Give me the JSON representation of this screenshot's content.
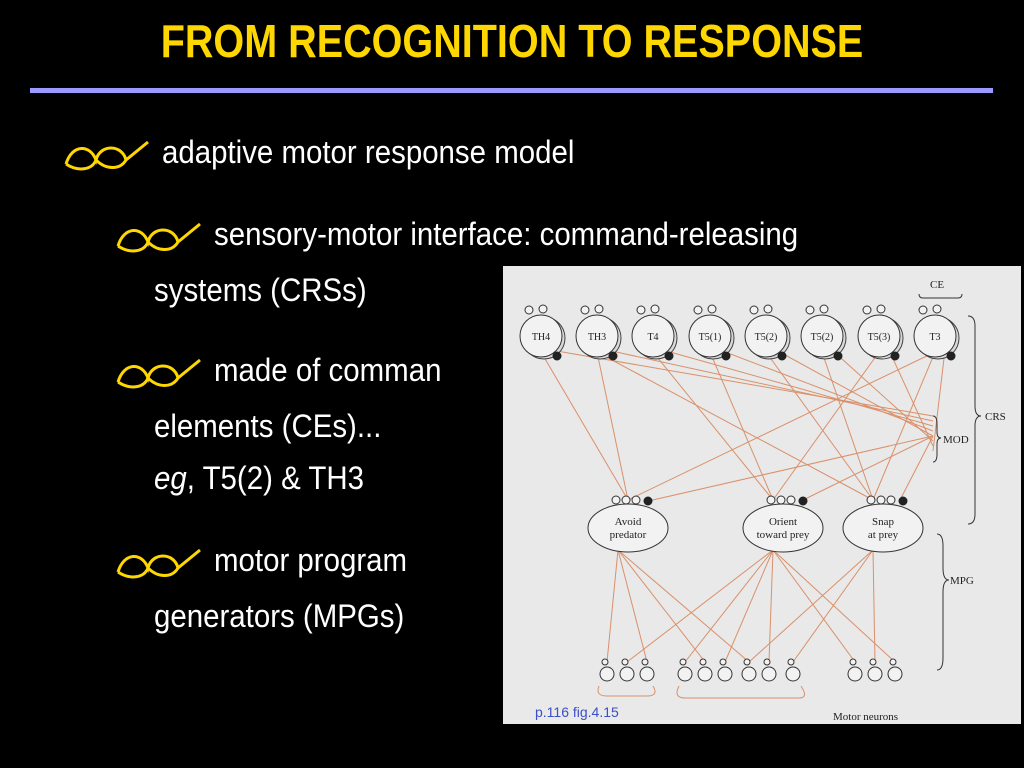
{
  "slide": {
    "title": "FROM RECOGNITION TO RESPONSE",
    "accent_color": "#FFD700",
    "rule_color": "#9B9BFF"
  },
  "bullets": {
    "b1": "adaptive motor response model",
    "b2_line1": "sensory-motor interface: command-releasing",
    "b2_line2": "systems (CRSs)",
    "b3_line1": "made of comman",
    "b3_line2": "elements (CEs)...",
    "b3_line3_italic": "eg",
    "b3_line3_rest": ", T5(2) & TH3",
    "b4_line1": "motor program",
    "b4_line2": "generators (MPGs)"
  },
  "bullet_icon": "eyeglasses-icon",
  "diagram": {
    "ce_label": "CE",
    "crs_label": "CRS",
    "mod_label": "MOD",
    "mpg_label": "MPG",
    "motor_label": "Motor neurons",
    "caption": "p.116 fig.4.15",
    "cells": [
      "TH4",
      "TH3",
      "T4",
      "T5(1)",
      "T5(2)",
      "T5(2)",
      "T5(3)",
      "T3"
    ],
    "mpgs": [
      {
        "line1": "Avoid",
        "line2": "predator"
      },
      {
        "line1": "Orient",
        "line2": "toward prey"
      },
      {
        "line1": "Snap",
        "line2": "at prey"
      }
    ]
  }
}
